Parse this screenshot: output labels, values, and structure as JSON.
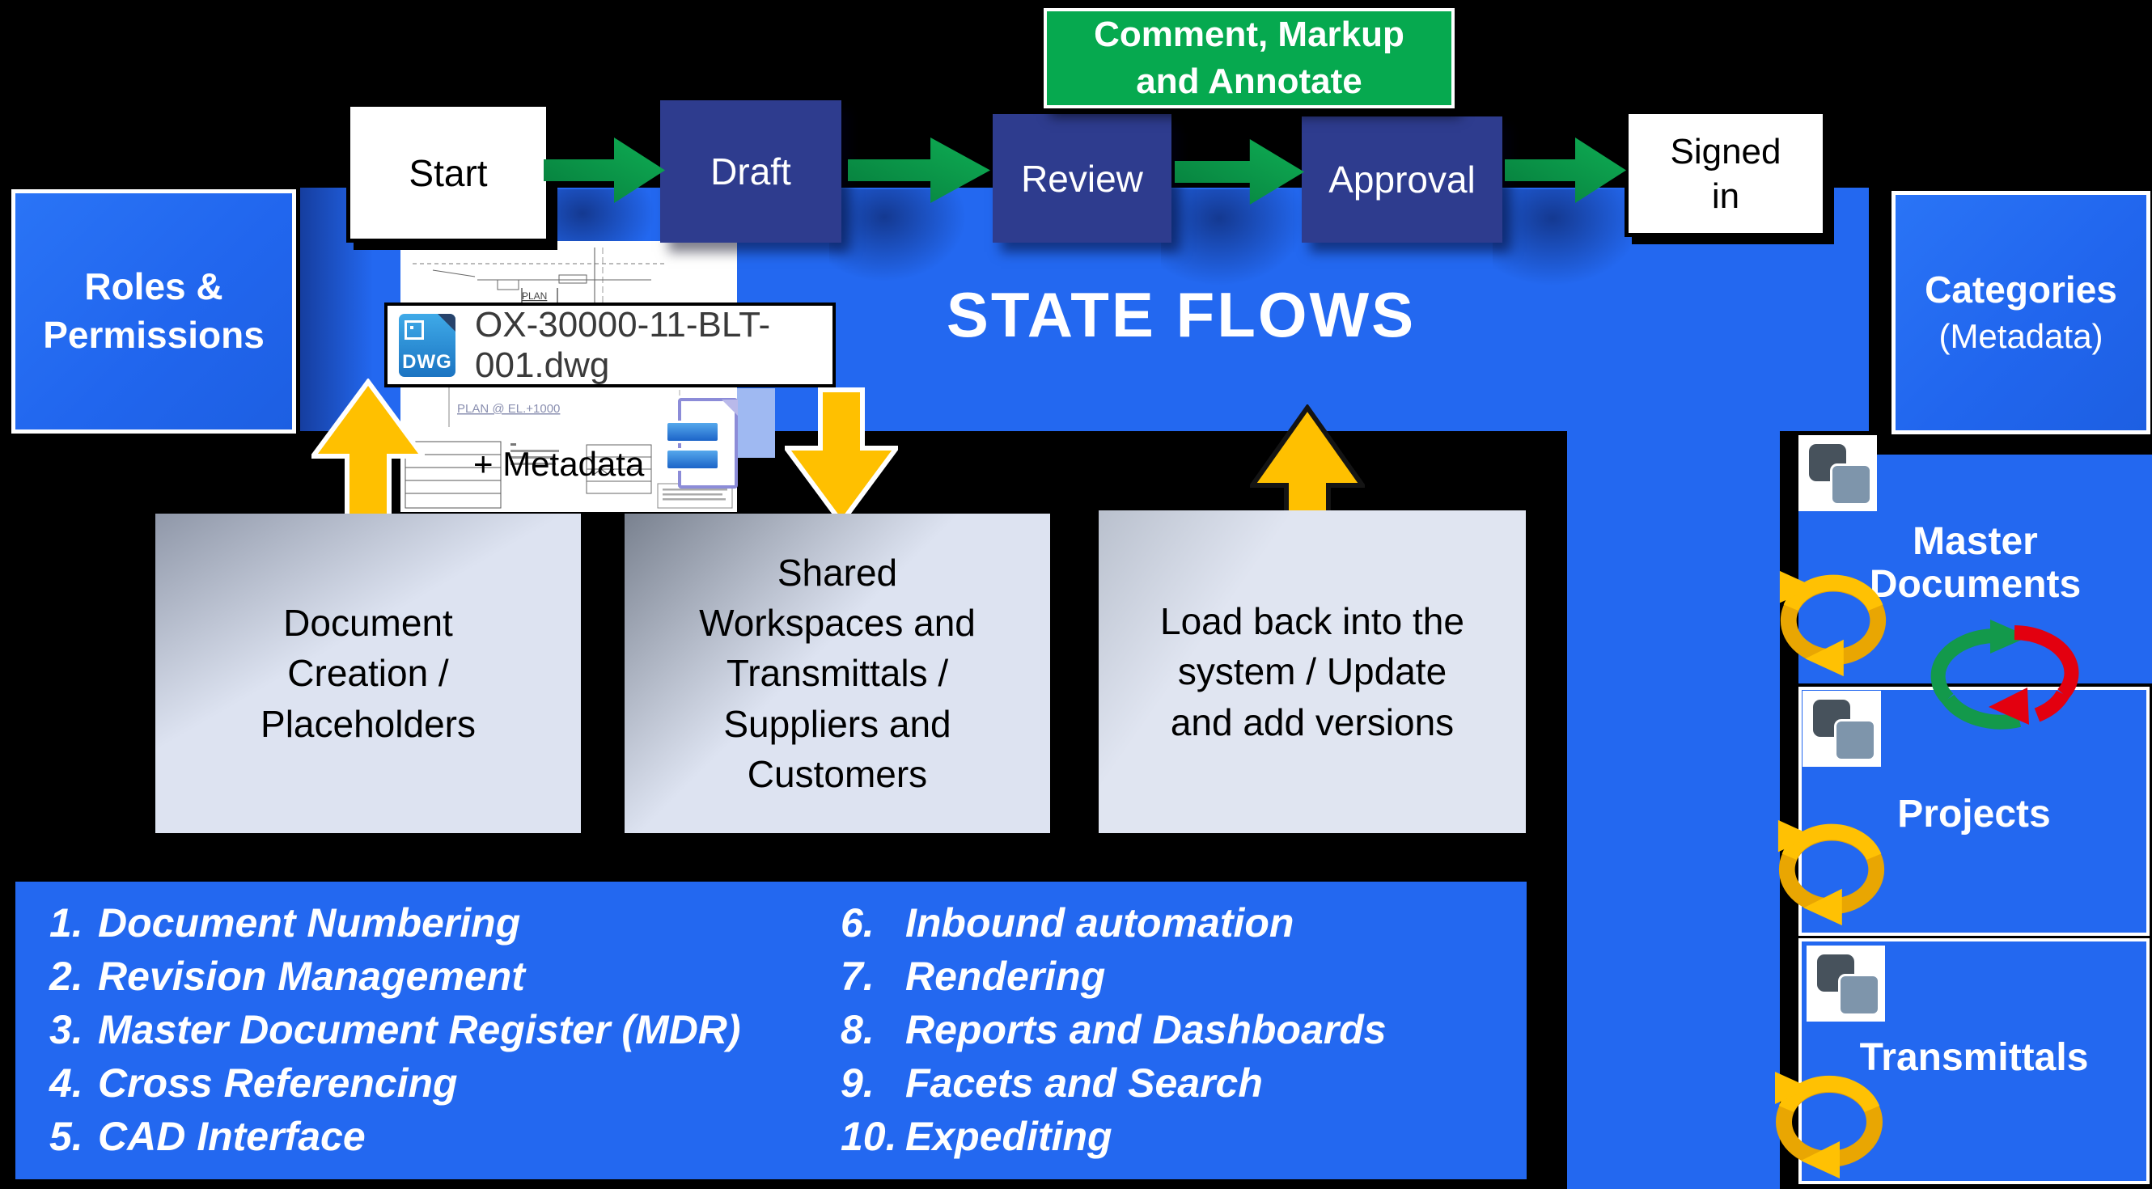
{
  "title": "STATE FLOWS",
  "flow": {
    "states": [
      {
        "label": "Start"
      },
      {
        "label": "Draft"
      },
      {
        "label": "Review"
      },
      {
        "label": "Approval"
      },
      {
        "label": "Signed in"
      }
    ],
    "annotation": {
      "line1": "Comment, Markup",
      "line2": "and Annotate"
    }
  },
  "side_boxes": {
    "left": {
      "line1": "Roles &",
      "line2": "Permissions"
    },
    "right": {
      "line1": "Categories",
      "line2": "(Metadata)"
    }
  },
  "file": {
    "name": "OX-30000-11-BLT-001.dwg",
    "type_label": "DWG",
    "metadata_label": "+ Metadata",
    "plan_label": "PLAN",
    "plan_sub_label": "PLAN @ EL.+1000"
  },
  "process_boxes": [
    {
      "lines": [
        "Document",
        "Creation /",
        "Placeholders"
      ]
    },
    {
      "lines": [
        "Shared",
        "Workspaces and",
        "Transmittals /",
        "Suppliers and",
        "Customers"
      ]
    },
    {
      "lines": [
        "Load back into the",
        "system / Update",
        "and add versions"
      ]
    }
  ],
  "features": {
    "left": [
      {
        "num": "1.",
        "text": "Document Numbering"
      },
      {
        "num": "2.",
        "text": "Revision Management"
      },
      {
        "num": "3.",
        "text": "Master Document Register (MDR)"
      },
      {
        "num": "4.",
        "text": "Cross Referencing"
      },
      {
        "num": "5.",
        "text": "CAD Interface"
      }
    ],
    "right": [
      {
        "num": "6.",
        "text": "Inbound automation"
      },
      {
        "num": "7.",
        "text": "Rendering"
      },
      {
        "num": "8.",
        "text": "Reports and Dashboards"
      },
      {
        "num": "9.",
        "text": "Facets and Search"
      },
      {
        "num": "10.",
        "text": "Expediting"
      }
    ]
  },
  "repositories": {
    "master": {
      "line1": "Master",
      "line2": "Documents"
    },
    "projects": {
      "label": "Projects"
    },
    "transmittals": {
      "label": "Transmittals"
    }
  },
  "colors": {
    "background": "#000000",
    "bright_blue": "#2368F0",
    "navy": "#2E3C8E",
    "green_box": "#06A94F",
    "green_arrow": "#0CA04F",
    "amber_arrow": "#FFC000",
    "red_arrow": "#E3000F",
    "panel_gray": "#DDE3F1"
  }
}
